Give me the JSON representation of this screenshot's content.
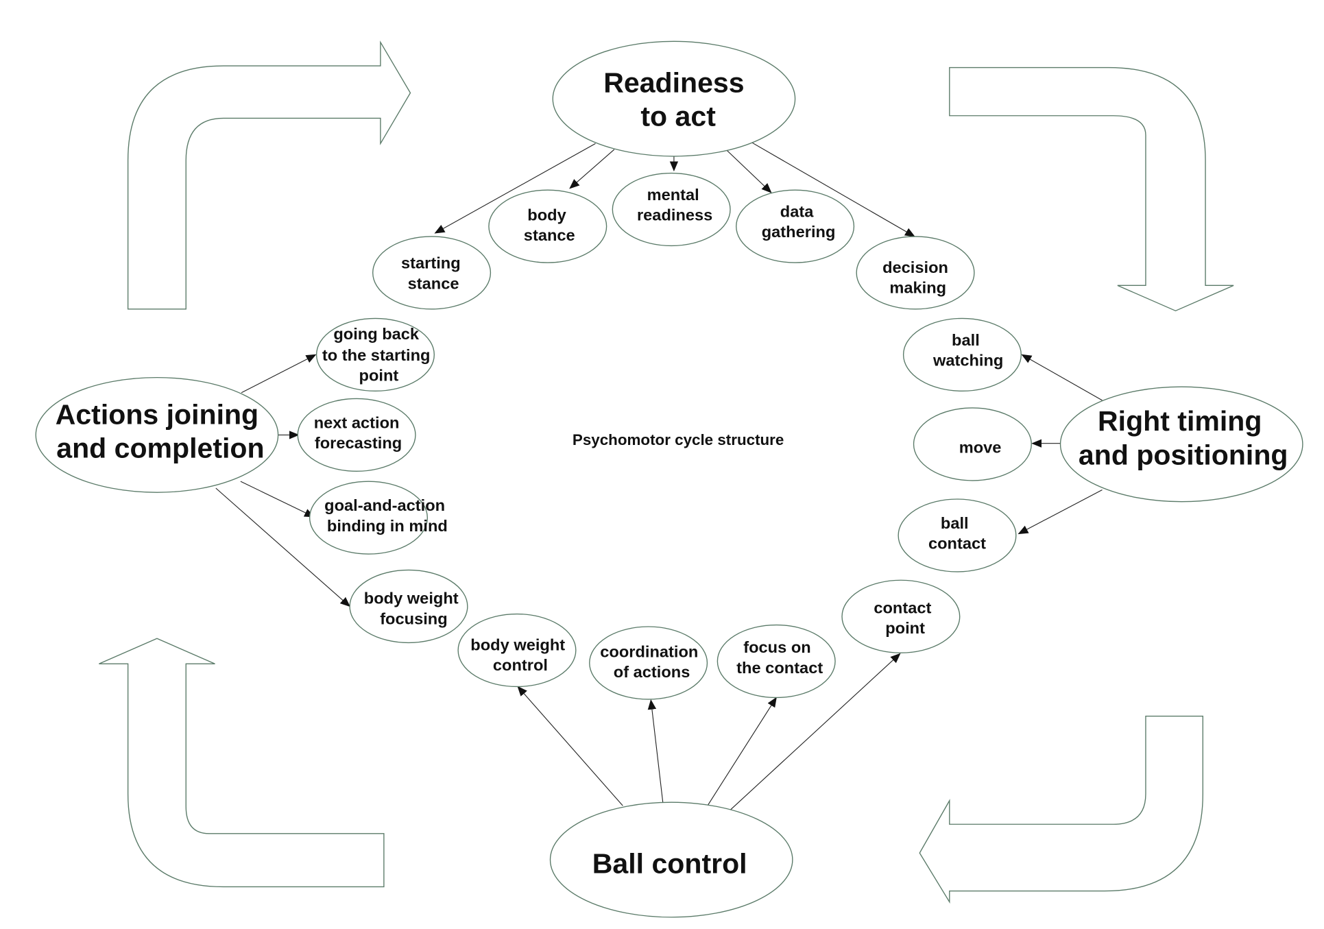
{
  "diagram": {
    "title": "Psychomotor cycle structure",
    "stroke_color": "#5a7a68",
    "main_nodes": [
      {
        "id": "readiness",
        "lines": [
          "Readiness",
          "to act"
        ]
      },
      {
        "id": "timing",
        "lines": [
          "Right timing",
          "and positioning"
        ]
      },
      {
        "id": "ball_control",
        "lines": [
          "Ball control"
        ]
      },
      {
        "id": "joining",
        "lines": [
          "Actions joining",
          "and completion"
        ]
      }
    ],
    "sub_nodes": {
      "readiness": [
        {
          "lines": [
            "starting",
            "stance"
          ]
        },
        {
          "lines": [
            "body",
            "stance"
          ]
        },
        {
          "lines": [
            "mental",
            "readiness"
          ]
        },
        {
          "lines": [
            "data",
            "gathering"
          ]
        },
        {
          "lines": [
            "decision",
            "making"
          ]
        }
      ],
      "timing": [
        {
          "lines": [
            "ball",
            "watching"
          ]
        },
        {
          "lines": [
            "move"
          ]
        },
        {
          "lines": [
            "ball",
            "contact"
          ]
        }
      ],
      "ball_control": [
        {
          "lines": [
            "body weight",
            "control"
          ]
        },
        {
          "lines": [
            "coordination",
            "of actions"
          ]
        },
        {
          "lines": [
            "focus on",
            "the contact"
          ]
        },
        {
          "lines": [
            "contact",
            "point"
          ]
        }
      ],
      "joining": [
        {
          "lines": [
            "going back",
            "to the starting",
            "point"
          ]
        },
        {
          "lines": [
            "next action",
            "forecasting"
          ]
        },
        {
          "lines": [
            "goal-and-action",
            "binding in mind"
          ]
        },
        {
          "lines": [
            "body weight",
            "focusing"
          ]
        }
      ]
    },
    "cycle_arrows": [
      "top-left-right",
      "top-right-down",
      "bottom-right-left",
      "bottom-left-up"
    ]
  }
}
